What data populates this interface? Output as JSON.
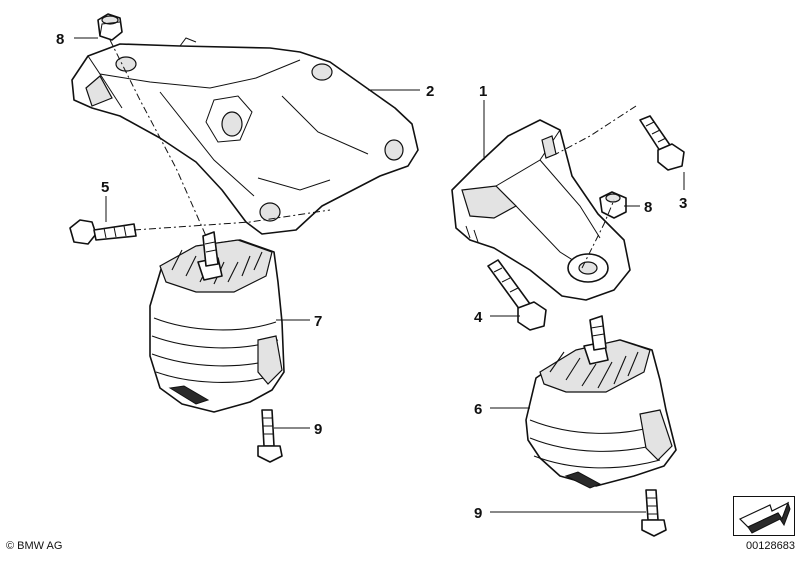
{
  "callouts": {
    "c1": "1",
    "c2": "2",
    "c3": "3",
    "c4": "4",
    "c5": "5",
    "c6": "6",
    "c7": "7",
    "c8a": "8",
    "c8b": "8",
    "c9a": "9",
    "c9b": "9"
  },
  "footer": {
    "copyright": "© BMW AG",
    "diagram_id": "00128683"
  },
  "icons": {
    "navigation": "arrow-next-icon"
  }
}
